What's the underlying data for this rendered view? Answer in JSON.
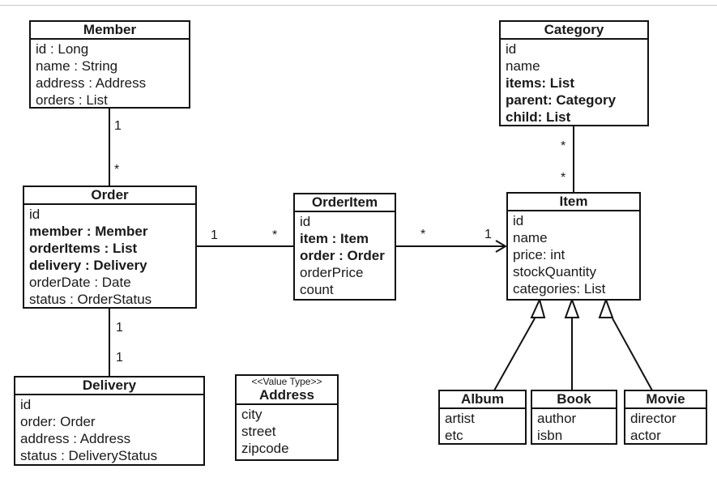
{
  "classes": {
    "member": {
      "name": "Member",
      "attrs": [
        "id : Long",
        "name : String",
        "address : Address",
        "orders : List"
      ]
    },
    "order": {
      "name": "Order",
      "attrs": [
        "id",
        "member : Member",
        "orderItems : List",
        "delivery : Delivery",
        "orderDate : Date",
        "status : OrderStatus"
      ]
    },
    "delivery": {
      "name": "Delivery",
      "attrs": [
        "id",
        "order: Order",
        "address : Address",
        "status : DeliveryStatus"
      ]
    },
    "orderitem": {
      "name": "OrderItem",
      "attrs": [
        "id",
        "item : Item",
        "order : Order",
        "orderPrice",
        "count"
      ]
    },
    "address": {
      "stereotype": "<<Value Type>>",
      "name": "Address",
      "attrs": [
        "city",
        "street",
        "zipcode"
      ]
    },
    "category": {
      "name": "Category",
      "attrs": [
        "id",
        "name",
        "items: List",
        "parent: Category",
        "child: List"
      ]
    },
    "item": {
      "name": "Item",
      "attrs": [
        "id",
        "name",
        "price: int",
        "stockQuantity",
        "categories: List"
      ]
    },
    "album": {
      "name": "Album",
      "attrs": [
        "artist",
        "etc"
      ]
    },
    "book": {
      "name": "Book",
      "attrs": [
        "author",
        "isbn"
      ]
    },
    "movie": {
      "name": "Movie",
      "attrs": [
        "director",
        "actor"
      ]
    }
  },
  "multiplicities": {
    "member_order_top": "1",
    "member_order_bottom": "*",
    "order_delivery_top": "1",
    "order_delivery_bottom": "1",
    "order_orderitem_left": "1",
    "order_orderitem_right": "*",
    "orderitem_item_left": "*",
    "orderitem_item_right": "1",
    "category_item_top": "*",
    "category_item_bottom": "*"
  }
}
